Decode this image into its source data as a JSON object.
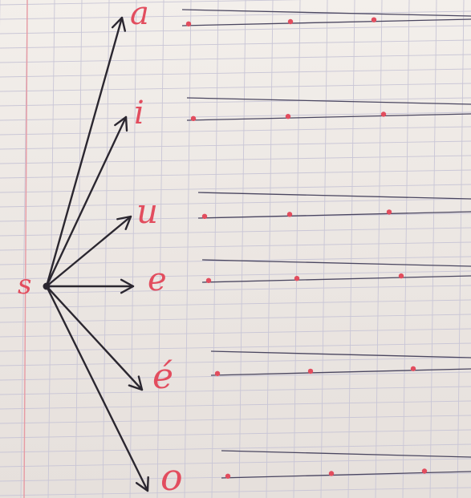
{
  "notebook": {
    "paper_color": "#efeae6",
    "grid_color": "#c9c6d6",
    "margin_line_color": "#e79aa3",
    "ink_arrow_color": "#2b2730",
    "ink_letter_color": "#e24d5e",
    "ink_line_color": "#4a4660",
    "source": {
      "letter": "s"
    },
    "targets": [
      {
        "letter": "a"
      },
      {
        "letter": "i"
      },
      {
        "letter": "u"
      },
      {
        "letter": "e"
      },
      {
        "letter": "é"
      },
      {
        "letter": "o"
      }
    ]
  }
}
